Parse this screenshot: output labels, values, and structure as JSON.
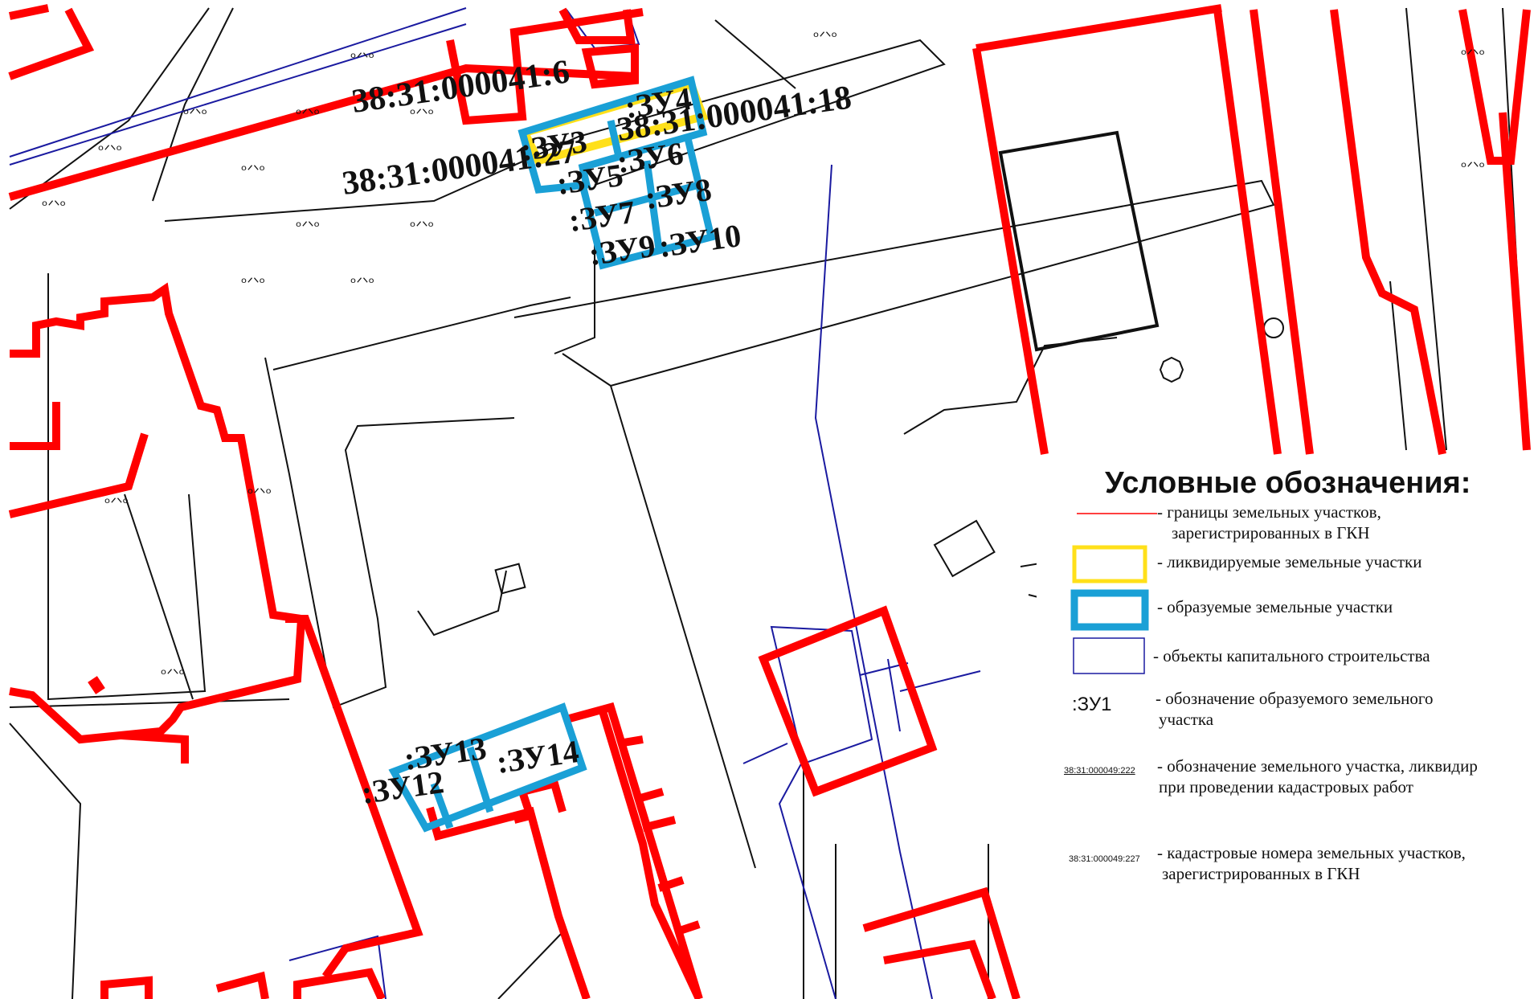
{
  "map": {
    "parcel_labels": [
      {
        "id": "p6",
        "text": "38:31:000041:6"
      },
      {
        "id": "p18",
        "text": "38:31:000041:18"
      },
      {
        "id": "p27",
        "text": "38:31:000041:27"
      }
    ],
    "new_parcels": [
      {
        "id": "zu3",
        "text": ":ЗУ3"
      },
      {
        "id": "zu4",
        "text": ":ЗУ4"
      },
      {
        "id": "zu5",
        "text": ":ЗУ5"
      },
      {
        "id": "zu6",
        "text": ":ЗУ6"
      },
      {
        "id": "zu7",
        "text": ":ЗУ7"
      },
      {
        "id": "zu8",
        "text": ":ЗУ8"
      },
      {
        "id": "zu9",
        "text": ":ЗУ9"
      },
      {
        "id": "zu10",
        "text": ":ЗУ10"
      },
      {
        "id": "zu12",
        "text": ":ЗУ12"
      },
      {
        "id": "zu13",
        "text": ":ЗУ13"
      },
      {
        "id": "zu14",
        "text": ":ЗУ14"
      }
    ],
    "colors": {
      "registered_boundary": "#ff0000",
      "liquidated_parcel": "#ffe01a",
      "formed_parcel": "#1aa0d6",
      "capital_object": "#1a1aa0",
      "base_lines": "#111111"
    }
  },
  "legend": {
    "title": "Условные обозначения:",
    "items": [
      {
        "id": "registered",
        "text_line1": "- границы земельных участков,",
        "text_line2": "зарегистрированных в ГКН"
      },
      {
        "id": "liquidated",
        "text_line1": "- ликвидируемые земельные участки"
      },
      {
        "id": "formed",
        "text_line1": "- образуемые земельные участки"
      },
      {
        "id": "capital",
        "text_line1": "- объекты капитального строительства"
      },
      {
        "id": "designation",
        "symbol": ":ЗУ1",
        "text_line1": "- обозначение образуемого земельного",
        "text_line2": "участка"
      },
      {
        "id": "liquidated_number",
        "symbol": "38:31:000049:222",
        "text_line1": "- обозначение земельного участка, ликвидир",
        "text_line2": "при проведении кадастровых работ"
      },
      {
        "id": "cadastral",
        "symbol": "38:31:000049:227",
        "text_line1": "- кадастровые номера земельных участков,",
        "text_line2": "зарегистрированных в ГКН"
      }
    ]
  }
}
